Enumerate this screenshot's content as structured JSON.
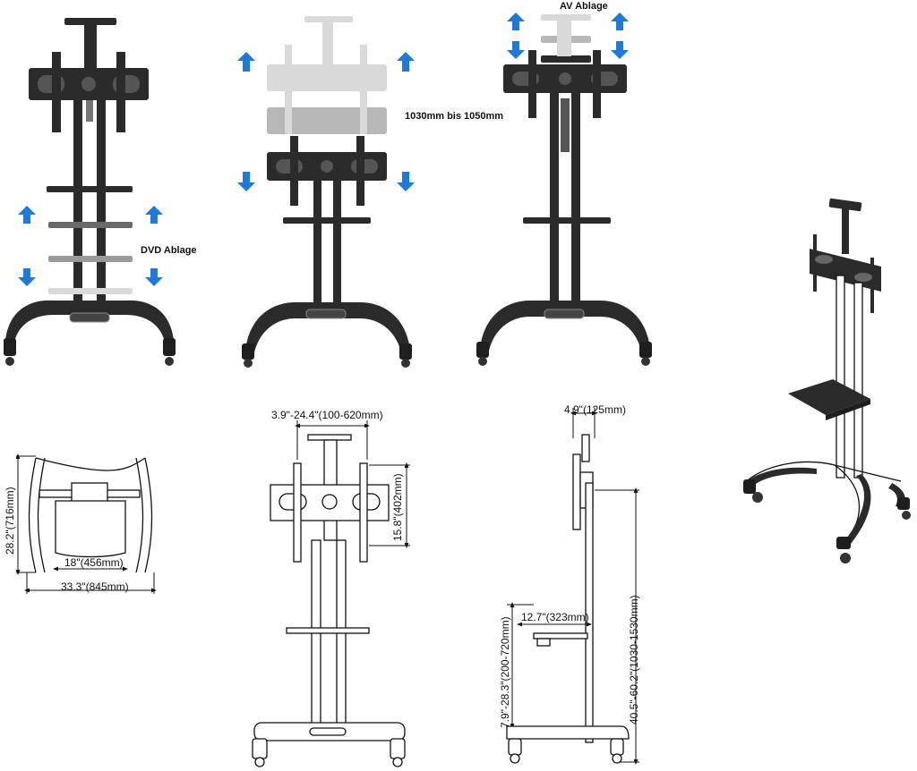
{
  "labels": {
    "dvd_shelf": "DVD Ablage",
    "height_range": "1030mm bis 1050mm",
    "av_shelf": "AV Ablage"
  },
  "dimensions": {
    "base_depth": "28.2\"(716mm)",
    "base_inner_width": "18\"(456mm)",
    "base_width": "33.3\"(845mm)",
    "vesa_width": "3.9\"-24.4\"(100-620mm)",
    "vesa_height": "15.8\"(402mm)",
    "bracket_offset": "4.9\"(125mm)",
    "shelf_depth": "12.7\"(323mm)",
    "shelf_height": "7.9\"-28.3\"(200-720mm)",
    "total_height": "40.5\"-60.2\"(1030-1530mm)"
  },
  "colors": {
    "arrow": "#1f7ad6",
    "metal": "#2b2b2b",
    "ghost": "#d9d9d9"
  }
}
